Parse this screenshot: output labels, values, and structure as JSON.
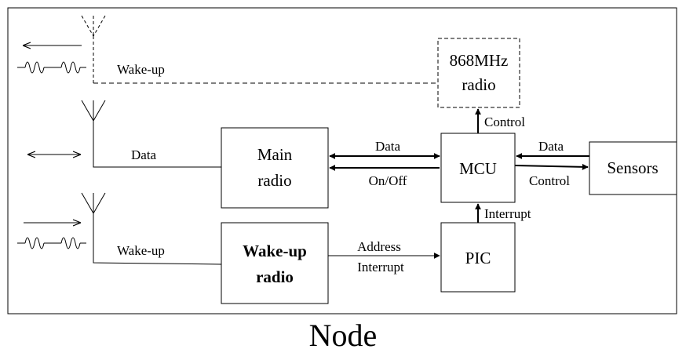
{
  "diagram": {
    "caption": "Node",
    "blocks": {
      "radio868": [
        "868MHz",
        "radio"
      ],
      "main_radio": [
        "Main",
        "radio"
      ],
      "wakeup_radio": [
        "Wake-up",
        "radio"
      ],
      "mcu": "MCU",
      "pic": "PIC",
      "sensors": "Sensors"
    },
    "labels": {
      "wakeup_top": "Wake-up",
      "data_left": "Data",
      "wakeup_bottom": "Wake-up",
      "control_up": "Control",
      "data_mid": "Data",
      "onoff": "On/Off",
      "data_right": "Data",
      "control_right": "Control",
      "interrupt_up": "Interrupt",
      "address": "Address",
      "interrupt_bottom": "Interrupt"
    }
  }
}
